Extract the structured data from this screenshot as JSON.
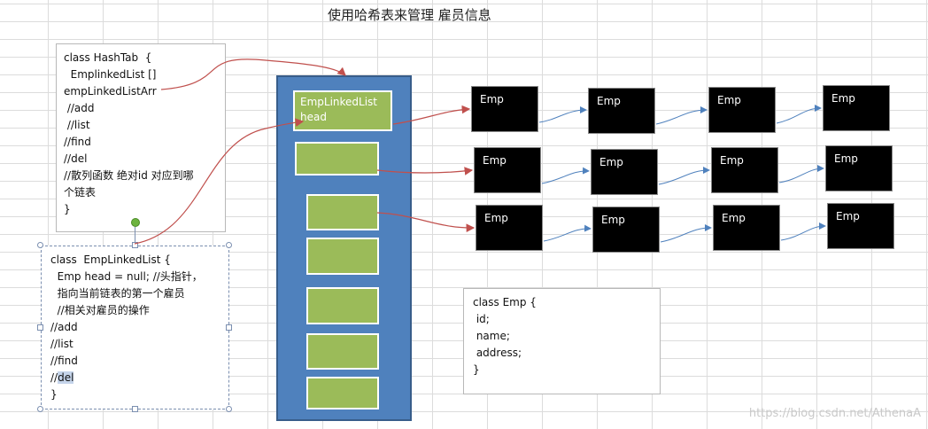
{
  "title": "使用哈希表来管理 雇员信息",
  "hashtab_code": "class HashTab  {\n  EmplinkedList []\nempLinkedListArr\n //add\n //list\n//find\n//del\n//散列函数 绝对id 对应到哪\n个链表\n}",
  "emplinkedlist_code_part1": "class  EmpLinkedList {\n  Emp head = null; //头指针，\n  指向当前链表的第一个雇员\n  //相关对雇员的操作\n//add\n//list\n//find\n//",
  "emplinkedlist_code_sel": "del",
  "emplinkedlist_code_part2": "\n}",
  "emp_code": "class Emp {\n id;\n name;\n address;\n}",
  "table_head_label": "EmpLinkedList\nhead",
  "emp_label": "Emp",
  "watermark": "https://blog.csdn.net/AthenaA",
  "colors": {
    "table": "#4f81bd",
    "slot": "#9bbb59",
    "emp": "#000000",
    "red_arrow": "#c0504d",
    "blue_arrow": "#4f81bd"
  }
}
